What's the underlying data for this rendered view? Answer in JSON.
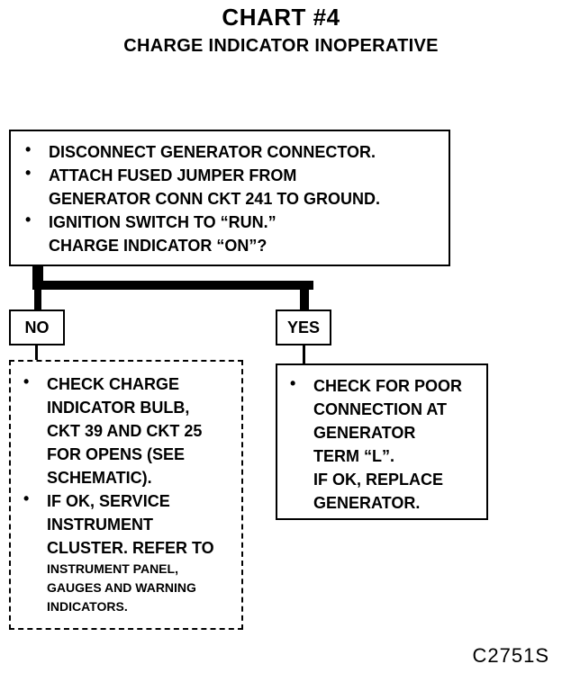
{
  "chart": {
    "title": "CHART #4",
    "subtitle": "CHARGE INDICATOR INOPERATIVE"
  },
  "top_box": {
    "items": [
      {
        "bullet": "•",
        "lines": [
          "DISCONNECT GENERATOR  CONNECTOR."
        ]
      },
      {
        "bullet": "•",
        "lines": [
          "ATTACH FUSED JUMPER FROM",
          "GENERATOR CONN CKT 241 TO GROUND."
        ]
      },
      {
        "bullet": "•",
        "lines": [
          "IGNITION SWITCH TO “RUN.”",
          "CHARGE INDICATOR “ON”?"
        ]
      }
    ]
  },
  "branches": {
    "no_label": "NO",
    "yes_label": "YES"
  },
  "no_action": {
    "items": [
      {
        "bullet": "•",
        "lines": [
          "CHECK CHARGE",
          "INDICATOR BULB,",
          "CKT 39 AND CKT 25",
          "FOR OPENS (SEE",
          "SCHEMATIC)."
        ]
      },
      {
        "bullet": "•",
        "lines": [
          "IF OK, SERVICE",
          "INSTRUMENT",
          "CLUSTER.  REFER TO"
        ],
        "small_lines": [
          "INSTRUMENT PANEL,",
          "GAUGES  AND WARNING",
          "INDICATORS."
        ]
      }
    ]
  },
  "yes_action": {
    "items": [
      {
        "bullet": "•",
        "lines": [
          "CHECK FOR POOR",
          "CONNECTION AT",
          "GENERATOR",
          "TERM “L”.",
          "IF OK, REPLACE",
          "GENERATOR."
        ]
      }
    ]
  },
  "figure_id": "C2751S"
}
